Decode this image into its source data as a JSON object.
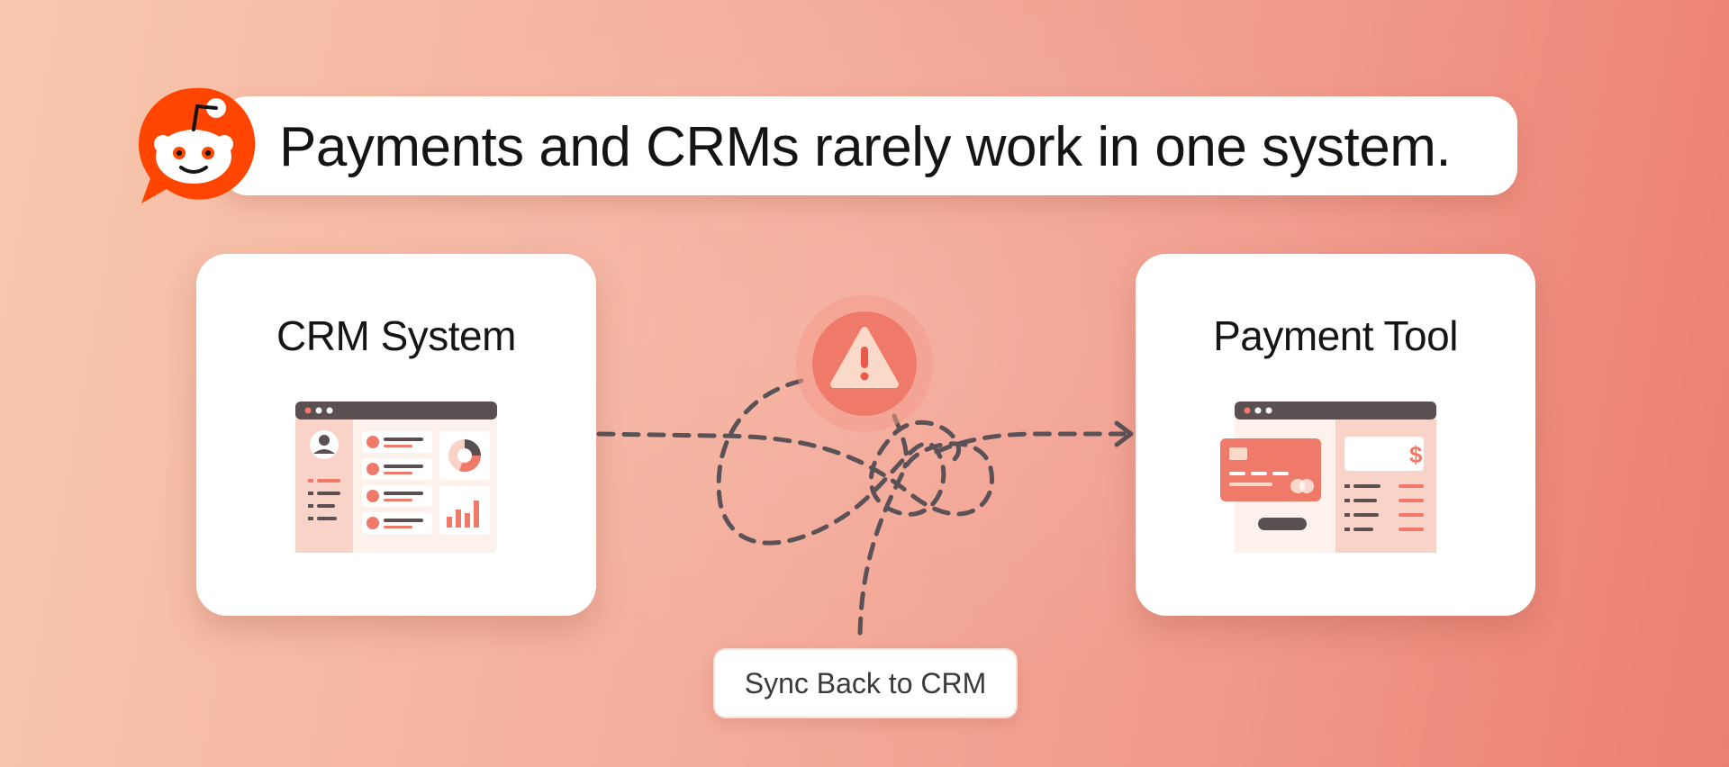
{
  "headline": {
    "text": "Payments and CRMs rarely work in one system."
  },
  "logo": {
    "icon": "reddit-snoo-icon",
    "color": "#ff4500"
  },
  "cards": {
    "crm": {
      "title": "CRM System",
      "icon": "crm-dashboard-icon"
    },
    "payment": {
      "title": "Payment Tool",
      "icon": "payment-card-icon"
    }
  },
  "warning": {
    "icon": "warning-triangle-icon",
    "color": "#f07a6a"
  },
  "sync": {
    "label": "Sync Back to CRM"
  },
  "colors": {
    "accent": "#f07a6a",
    "accent_soft": "#f9d3c8",
    "dark": "#5a5052",
    "dash": "#5a5256"
  }
}
